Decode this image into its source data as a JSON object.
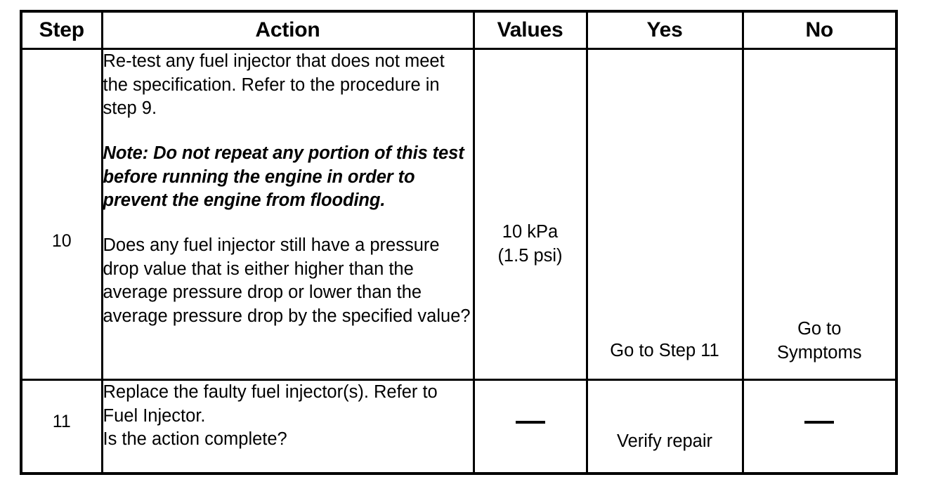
{
  "table": {
    "columns": [
      {
        "key": "step",
        "label": "Step"
      },
      {
        "key": "action",
        "label": "Action"
      },
      {
        "key": "values",
        "label": "Values"
      },
      {
        "key": "yes",
        "label": "Yes"
      },
      {
        "key": "no",
        "label": "No"
      }
    ],
    "rows": [
      {
        "step": "10",
        "action": {
          "paragraph1": "Re-test any fuel injector that does not meet the specification. Refer to the procedure in step 9.",
          "note": "Note: Do not repeat any portion of this test before running the engine in order to prevent the engine from flooding.",
          "paragraph2": "Does any fuel injector still have a pressure drop value that is either higher than the average pressure drop or lower than the average pressure drop by the specified value?"
        },
        "values": {
          "line1": "10 kPa",
          "line2": "(1.5 psi)"
        },
        "yes": "Go to Step 11",
        "no": {
          "line1": "Go to",
          "line2": "Symptoms"
        }
      },
      {
        "step": "11",
        "action": {
          "line1": "Replace the faulty fuel injector(s). Refer to Fuel Injector.",
          "line2": "Is the action complete?"
        },
        "values": "—",
        "yes": "Verify repair",
        "no": "—"
      }
    ]
  },
  "colors": {
    "border": "#000000",
    "text": "#000000",
    "background": "#ffffff"
  }
}
